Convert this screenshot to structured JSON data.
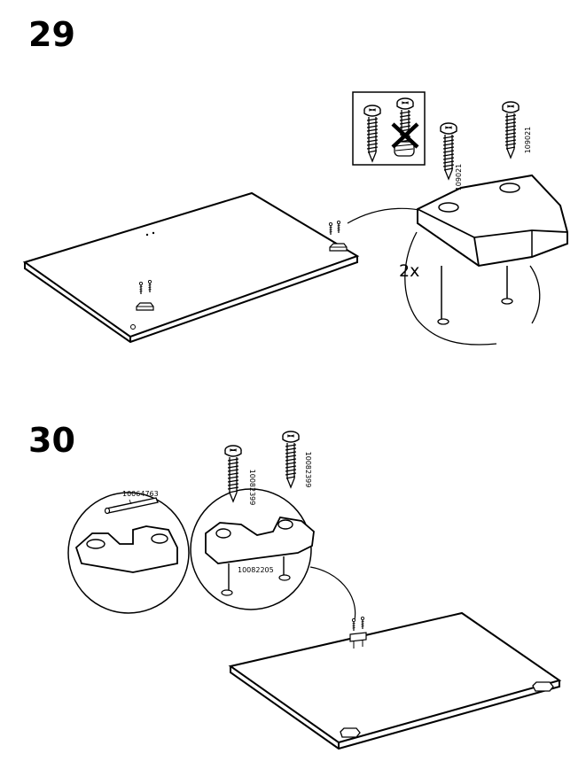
{
  "steps": [
    {
      "number": "29",
      "quantity_label": "2x",
      "screw_code": "109021"
    },
    {
      "number": "30",
      "pin_code": "10064763",
      "screw_code": "10082399",
      "connector_code": "10082205"
    }
  ]
}
